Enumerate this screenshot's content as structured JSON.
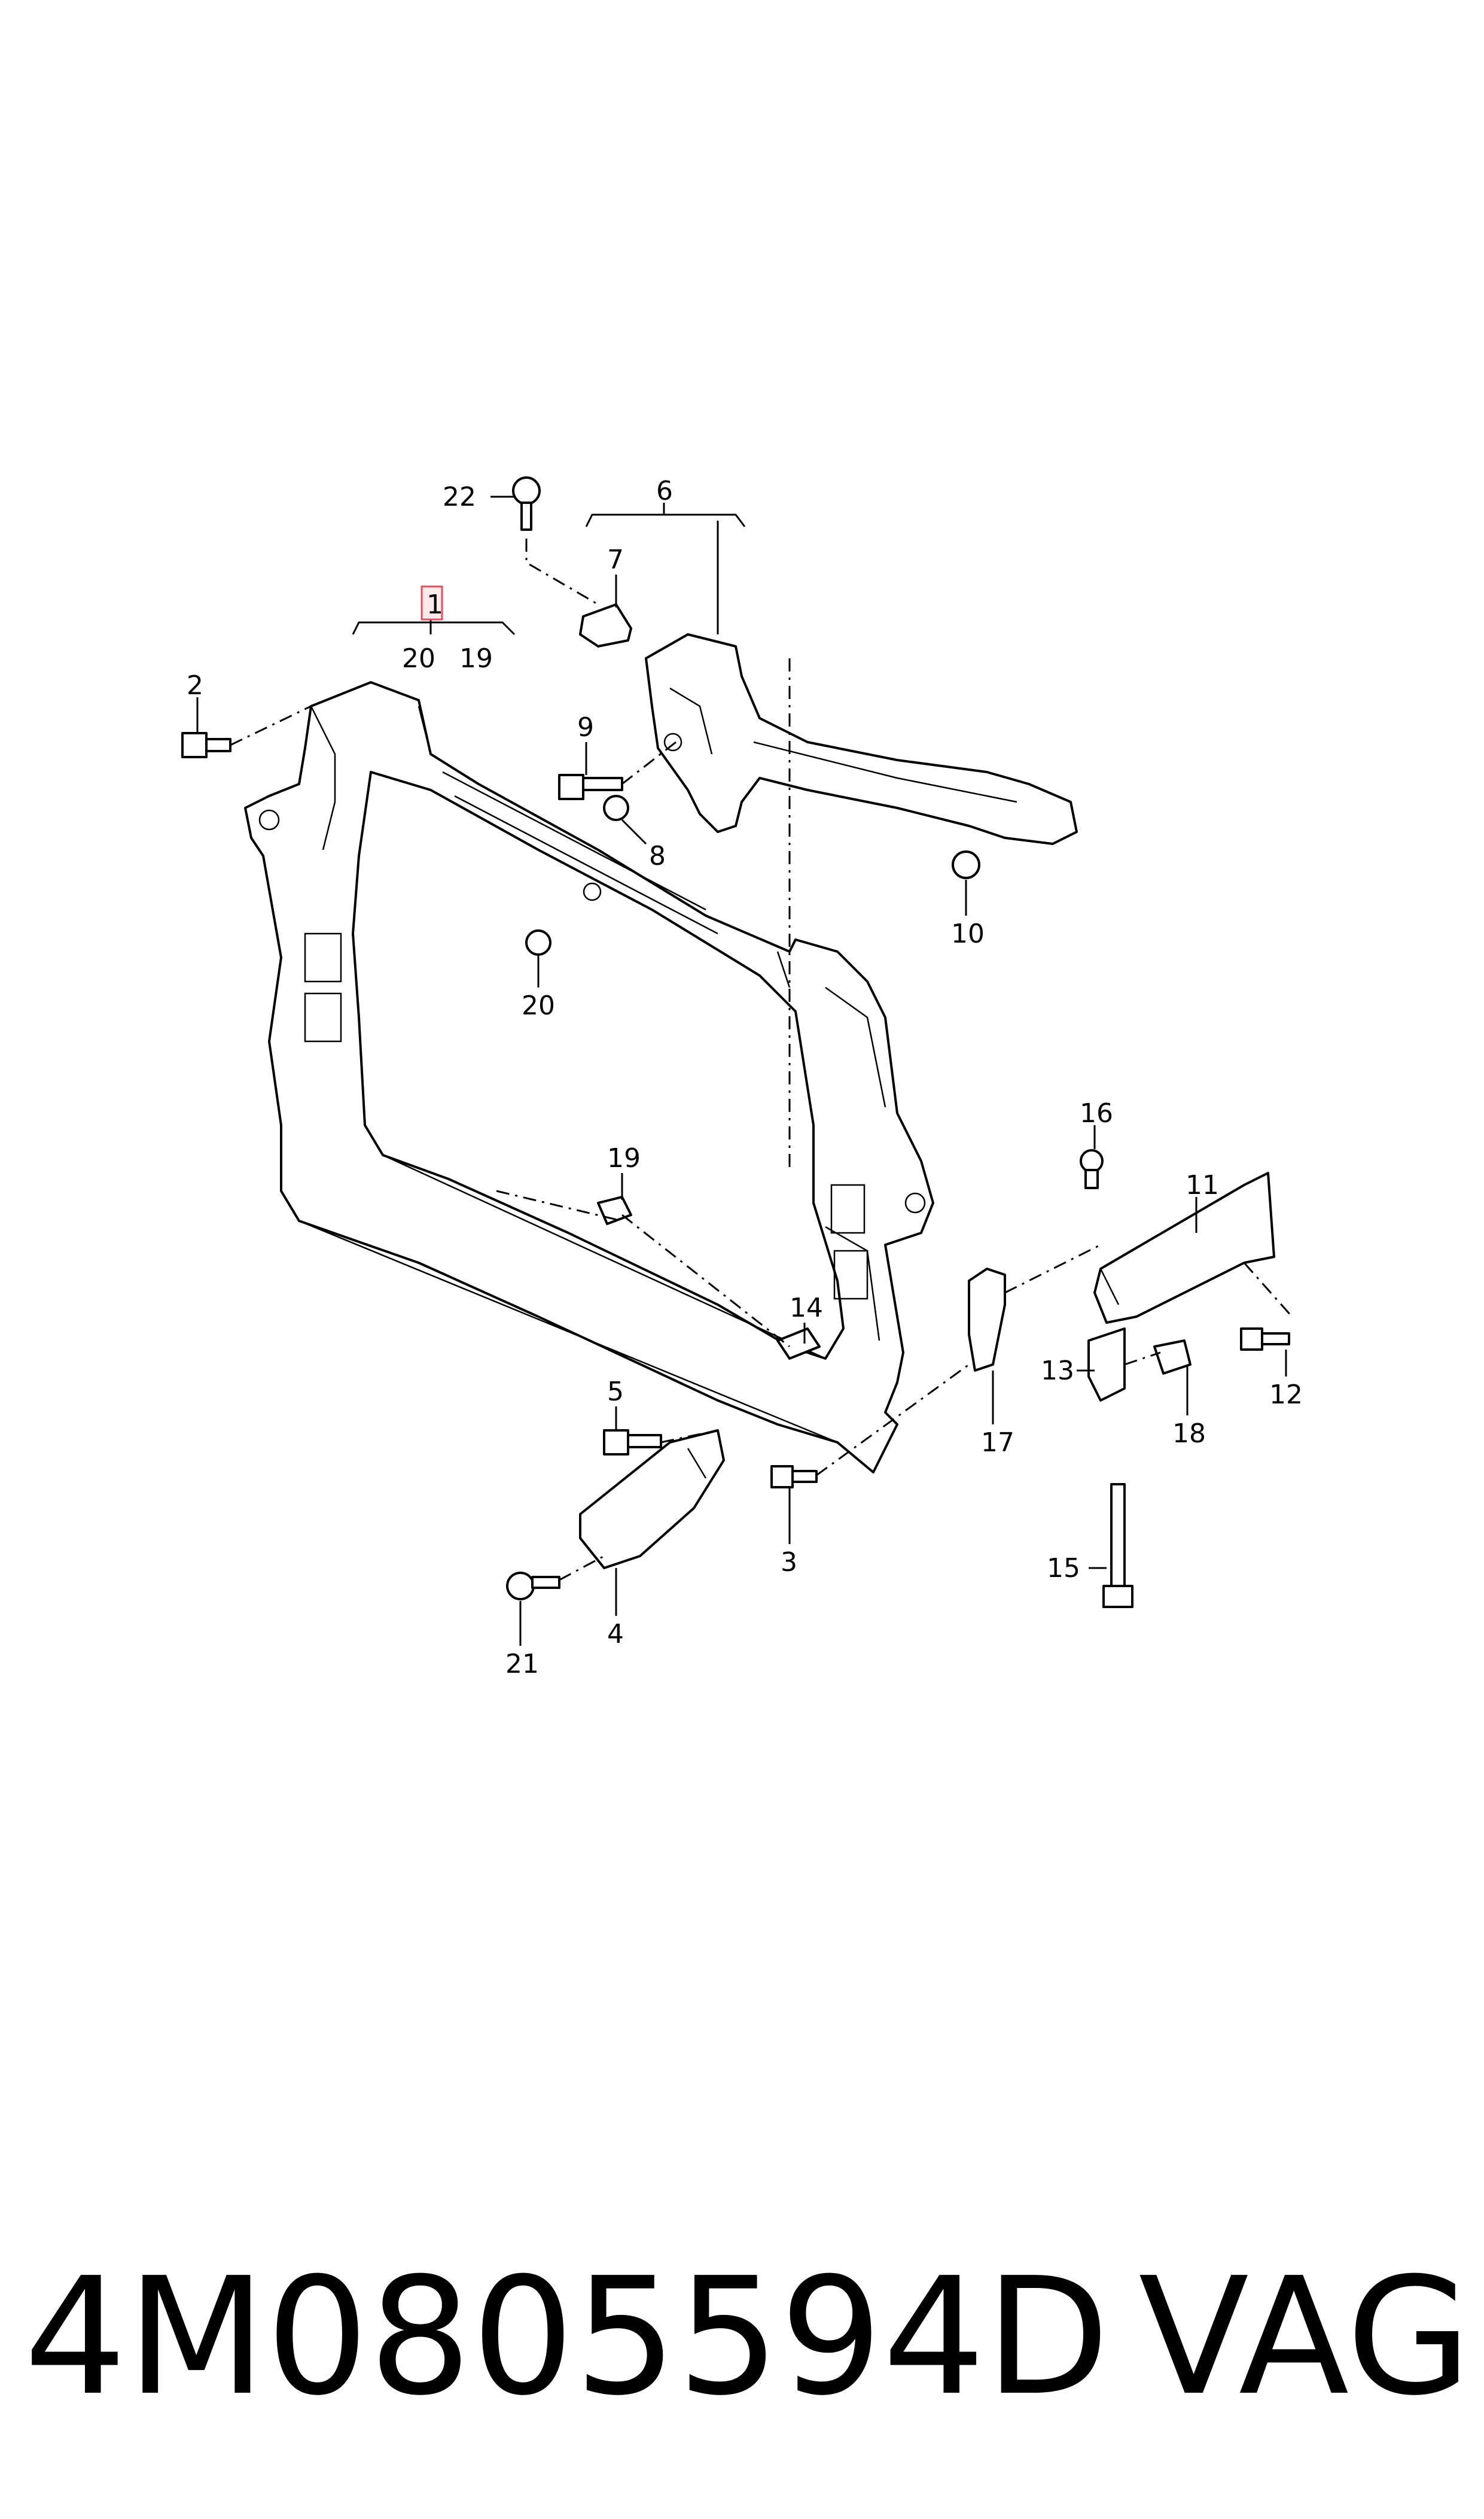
{
  "callouts": {
    "c1": "1",
    "c2": "2",
    "c3": "3",
    "c4": "4",
    "c5": "5",
    "c6": "6",
    "c7": "7",
    "c8": "8",
    "c9": "9",
    "c10": "10",
    "c11": "11",
    "c12": "12",
    "c13": "13",
    "c14": "14",
    "c15": "15",
    "c16": "16",
    "c17": "17",
    "c18": "18",
    "c19a": "19",
    "c19b": "19",
    "c20a": "20",
    "c20b": "20",
    "c21": "21",
    "c22": "22"
  },
  "footer": {
    "part_number": "4M0805594D",
    "brand": "VAG"
  },
  "colors": {
    "line": "#000000",
    "highlight_box": "#e05060",
    "highlight_fill": "#fde8ea"
  }
}
